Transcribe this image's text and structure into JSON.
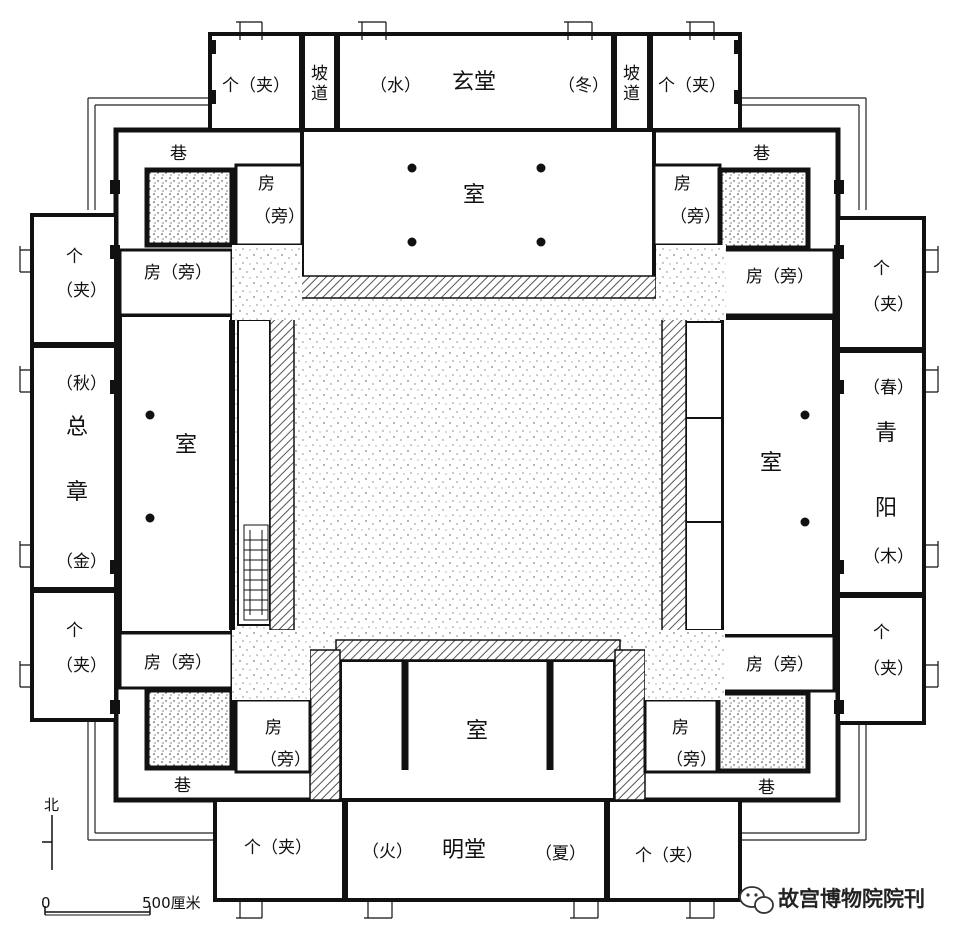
{
  "labels": {
    "north_hall_left_side": "个（夹）",
    "north_ramp_left": "坡道",
    "north_hall_water": "（水）",
    "north_hall_name": "玄堂",
    "north_hall_winter": "（冬）",
    "north_ramp_right": "坡道",
    "north_hall_right_side": "个（夹）",
    "lane": "巷",
    "room": "房",
    "side": "（旁）",
    "room_side": "房（旁）",
    "chamber": "室",
    "jia": "（夹）",
    "ge": "个",
    "west_autumn": "（秋）",
    "west_name_1": "总",
    "west_name_2": "章",
    "west_metal": "（金）",
    "east_spring": "（春）",
    "east_name_1": "青",
    "east_name_2": "阳",
    "east_wood": "（木）",
    "south_hall_left_side": "个（夹）",
    "south_hall_fire": "（火）",
    "south_hall_name": "明堂",
    "south_hall_summer": "（夏）",
    "south_hall_right_side": "个（夹）"
  },
  "north_arrow": "北",
  "scale_bar": {
    "zero": "0",
    "end": "500厘米"
  },
  "watermark": "故宫博物院院刊",
  "colors": {
    "line": "#111111",
    "hatch": "#666666",
    "paper": "#ffffff"
  }
}
